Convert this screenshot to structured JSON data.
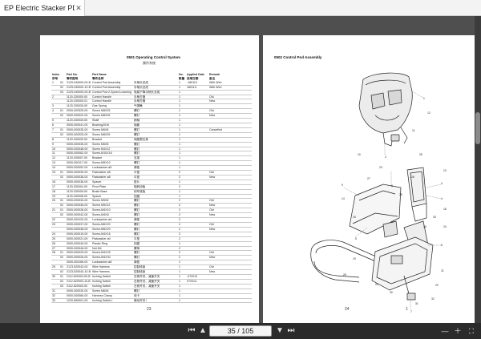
{
  "tab": {
    "title": "EP Electric Stacker PDS...",
    "close_glyph": "✕"
  },
  "left_page": {
    "section_title": "0501 Operating Control System",
    "section_subtitle": "操作系统",
    "headers": [
      "Index",
      "",
      "Part No.",
      "Part Name",
      "",
      "No.",
      "Applied Date",
      "Remark"
    ],
    "headers_cn": [
      "序号",
      "",
      "零件图号",
      "零件名称",
      "",
      "数量",
      "适用日期",
      "备注"
    ],
    "rows": [
      [
        "1",
        "01",
        "2129-040000-00-B",
        "Control Pod Assembly",
        "手柄头总成",
        "1",
        "-180113",
        "With Wire"
      ],
      [
        "",
        "02",
        "2129-040000-10-B",
        "Control Pod Assembly",
        "手柄头总成",
        "1",
        "180113-",
        "With Wire"
      ],
      [
        "",
        "03",
        "2129-040000-00-B",
        "Control Pod 2-Speed Lowering",
        "电磁下降手柄头总成",
        "1",
        "",
        ""
      ],
      [
        "2",
        "",
        "1120-330000-00",
        "Control Handle",
        "手柄方管",
        "1",
        "",
        "Old"
      ],
      [
        "",
        "",
        "1120-330000-01",
        "Control Handle",
        "手柄方管",
        "1",
        "",
        "New"
      ],
      [
        "3",
        "",
        "1120-330030-00",
        "Gas Spring",
        "气弹簧",
        "1",
        "",
        ""
      ],
      [
        "4",
        "01",
        "0000-000325-00",
        "Screw M8X25",
        "螺钉",
        "1",
        "",
        "Old"
      ],
      [
        "",
        "02",
        "0000-000322-00",
        "Screw M8X25",
        "螺钉",
        "1",
        "",
        "New"
      ],
      [
        "5",
        "",
        "1120-330030-00",
        "Shaft",
        "销轴",
        "1",
        "",
        ""
      ],
      [
        "6",
        "",
        "0000-000041-00",
        "Bushing2016",
        "轴套",
        "1",
        "",
        ""
      ],
      [
        "7",
        "01",
        "0000-000035-00",
        "Screw M6X8",
        "螺钉",
        "1",
        "",
        "Cancelled"
      ],
      [
        "",
        "02",
        "0000-000325-00",
        "Screw M8X25",
        "螺钉",
        "1",
        "",
        ""
      ],
      [
        "8",
        "",
        "1120-330030-00",
        "Bracket",
        "阀座限位架",
        "1",
        "",
        ""
      ],
      [
        "9",
        "",
        "0000-000035-00",
        "Screw M6X8",
        "螺钉",
        "1",
        "",
        ""
      ],
      [
        "10",
        "",
        "0000-000048-00",
        "Screw M4X12",
        "螺钉",
        "1",
        "",
        ""
      ],
      [
        "11",
        "",
        "0000-000062-00",
        "Screw-M10X16",
        "螺钉",
        "1",
        "",
        ""
      ],
      [
        "12",
        "",
        "1120-330007-00",
        "Bracket",
        "支架",
        "1",
        "",
        ""
      ],
      [
        "13",
        "",
        "0000-000117-00",
        "Screw-M5X10",
        "螺钉",
        "1",
        "",
        ""
      ],
      [
        "14",
        "",
        "0000-000052-00",
        "Lockwasher ø5",
        "弹垫",
        "1",
        "",
        ""
      ],
      [
        "15",
        "01",
        "0000-000030-00",
        "Flatwasher ø5",
        "平垫",
        "2",
        "",
        "Old"
      ],
      [
        "",
        "02",
        "0000-000036-00",
        "Flatwasher ø5",
        "平垫",
        "2",
        "",
        "New"
      ],
      [
        "16",
        "",
        "0000-000036-00",
        "Spacer",
        "垫片",
        "1",
        "",
        ""
      ],
      [
        "17",
        "",
        "1120-330004-00",
        "Pivot Plate",
        "轴转动板",
        "2",
        "",
        ""
      ],
      [
        "18",
        "",
        "1120-330005-00",
        "Brake Base",
        "刹车底板",
        "1",
        "",
        ""
      ],
      [
        "19",
        "",
        "1120-330008-00",
        "Spacer",
        "挡圈",
        "1",
        "",
        ""
      ],
      [
        "20",
        "01",
        "0000-000030-00",
        "Screw M5X8",
        "螺钉",
        "2",
        "",
        "Old"
      ],
      [
        "",
        "02",
        "0000-000036-00",
        "Screw M5X12",
        "螺钉",
        "2",
        "",
        "New"
      ],
      [
        "21",
        "01",
        "0000-000028-00",
        "Screw-M4X10",
        "螺钉",
        "2",
        "",
        "Old"
      ],
      [
        "",
        "02",
        "0000-000042-00",
        "Screw-M4X8",
        "螺钉",
        "2",
        "",
        "New"
      ],
      [
        "22",
        "",
        "0000-000120-00",
        "Lockwasher ø4",
        "弹垫",
        "2",
        "",
        ""
      ],
      [
        "23",
        "",
        "0000-000037-00",
        "Screw-M6X20",
        "螺钉",
        "2",
        "",
        "Old"
      ],
      [
        "",
        "",
        "0000-000038-00",
        "Screw-M6X20",
        "螺钉",
        "2",
        "",
        "New"
      ],
      [
        "24",
        "",
        "0000-000019-00",
        "Screw-M4X16",
        "螺钉",
        "2",
        "",
        ""
      ],
      [
        "25",
        "",
        "0000-000021-00",
        "Flatwasher ø4",
        "平垫",
        "2",
        "",
        ""
      ],
      [
        "26",
        "",
        "0000-000049-00",
        "Plastic Ring",
        "挡圈",
        "1",
        "",
        ""
      ],
      [
        "27",
        "",
        "0000-000046-00",
        "Nut M4",
        "螺母",
        "2",
        "",
        ""
      ],
      [
        "28",
        "01",
        "0000-000025-00",
        "Screw-M4X25",
        "螺钉",
        "2",
        "",
        "Old"
      ],
      [
        "",
        "02",
        "0000-000026-00",
        "Screw-M4X30",
        "螺钉",
        "2",
        "",
        "New"
      ],
      [
        "",
        "",
        "0000-000166-00",
        "Lockwasher ø8",
        "弹垫",
        "1",
        "",
        ""
      ],
      [
        "29",
        "01",
        "2123-520043-00",
        "Wire Harness",
        "控制线束",
        "1",
        "",
        "Old"
      ],
      [
        "",
        "02",
        "2123-520043-10-B",
        "Wire Harness",
        "控制线束",
        "1",
        "",
        "New"
      ],
      [
        "30",
        "01",
        "2112-520003-00-B",
        "Inching Switch",
        "右侧开关、减速开关",
        "1",
        "-072012",
        ""
      ],
      [
        "",
        "02",
        "2112-520003-10-B",
        "Inching Switch",
        "右侧开关、减速开关",
        "1",
        "072012-",
        ""
      ],
      [
        "",
        "03",
        "2112-520003-00",
        "Inching Switch",
        "右侧开关、减速开关",
        "1",
        "",
        ""
      ],
      [
        "31",
        "",
        "0000-000030-00",
        "Screw M6X8",
        "螺钉",
        "1",
        "",
        ""
      ],
      [
        "32",
        "",
        "0000-000066-00",
        "Harness Clamp",
        "线卡",
        "1",
        "",
        ""
      ],
      [
        "33",
        "",
        "1220-560001-00",
        "Inching Switch-I",
        "微动开关 I",
        "1",
        "",
        ""
      ]
    ],
    "page_number": "23"
  },
  "right_page": {
    "section_title": "0502 Control Pod Assembly",
    "page_number": "24",
    "extra_mark": "1",
    "callouts": [
      "1",
      "2",
      "3",
      "4",
      "5",
      "6",
      "7",
      "8",
      "9",
      "10",
      "11",
      "12",
      "13",
      "14",
      "15",
      "16",
      "17",
      "18",
      "19",
      "20",
      "21",
      "22",
      "23",
      "24",
      "25",
      "26",
      "27",
      "28",
      "29",
      "30",
      "31",
      "32",
      "33"
    ]
  },
  "toolbar": {
    "first_glyph": "⏮",
    "prev_glyph": "▲",
    "page_indicator": "35 / 105",
    "next_glyph": "▼",
    "last_glyph": "⏭",
    "zoom_out_glyph": "—",
    "zoom_in_glyph": "＋",
    "fullscreen_glyph": "⛶"
  }
}
